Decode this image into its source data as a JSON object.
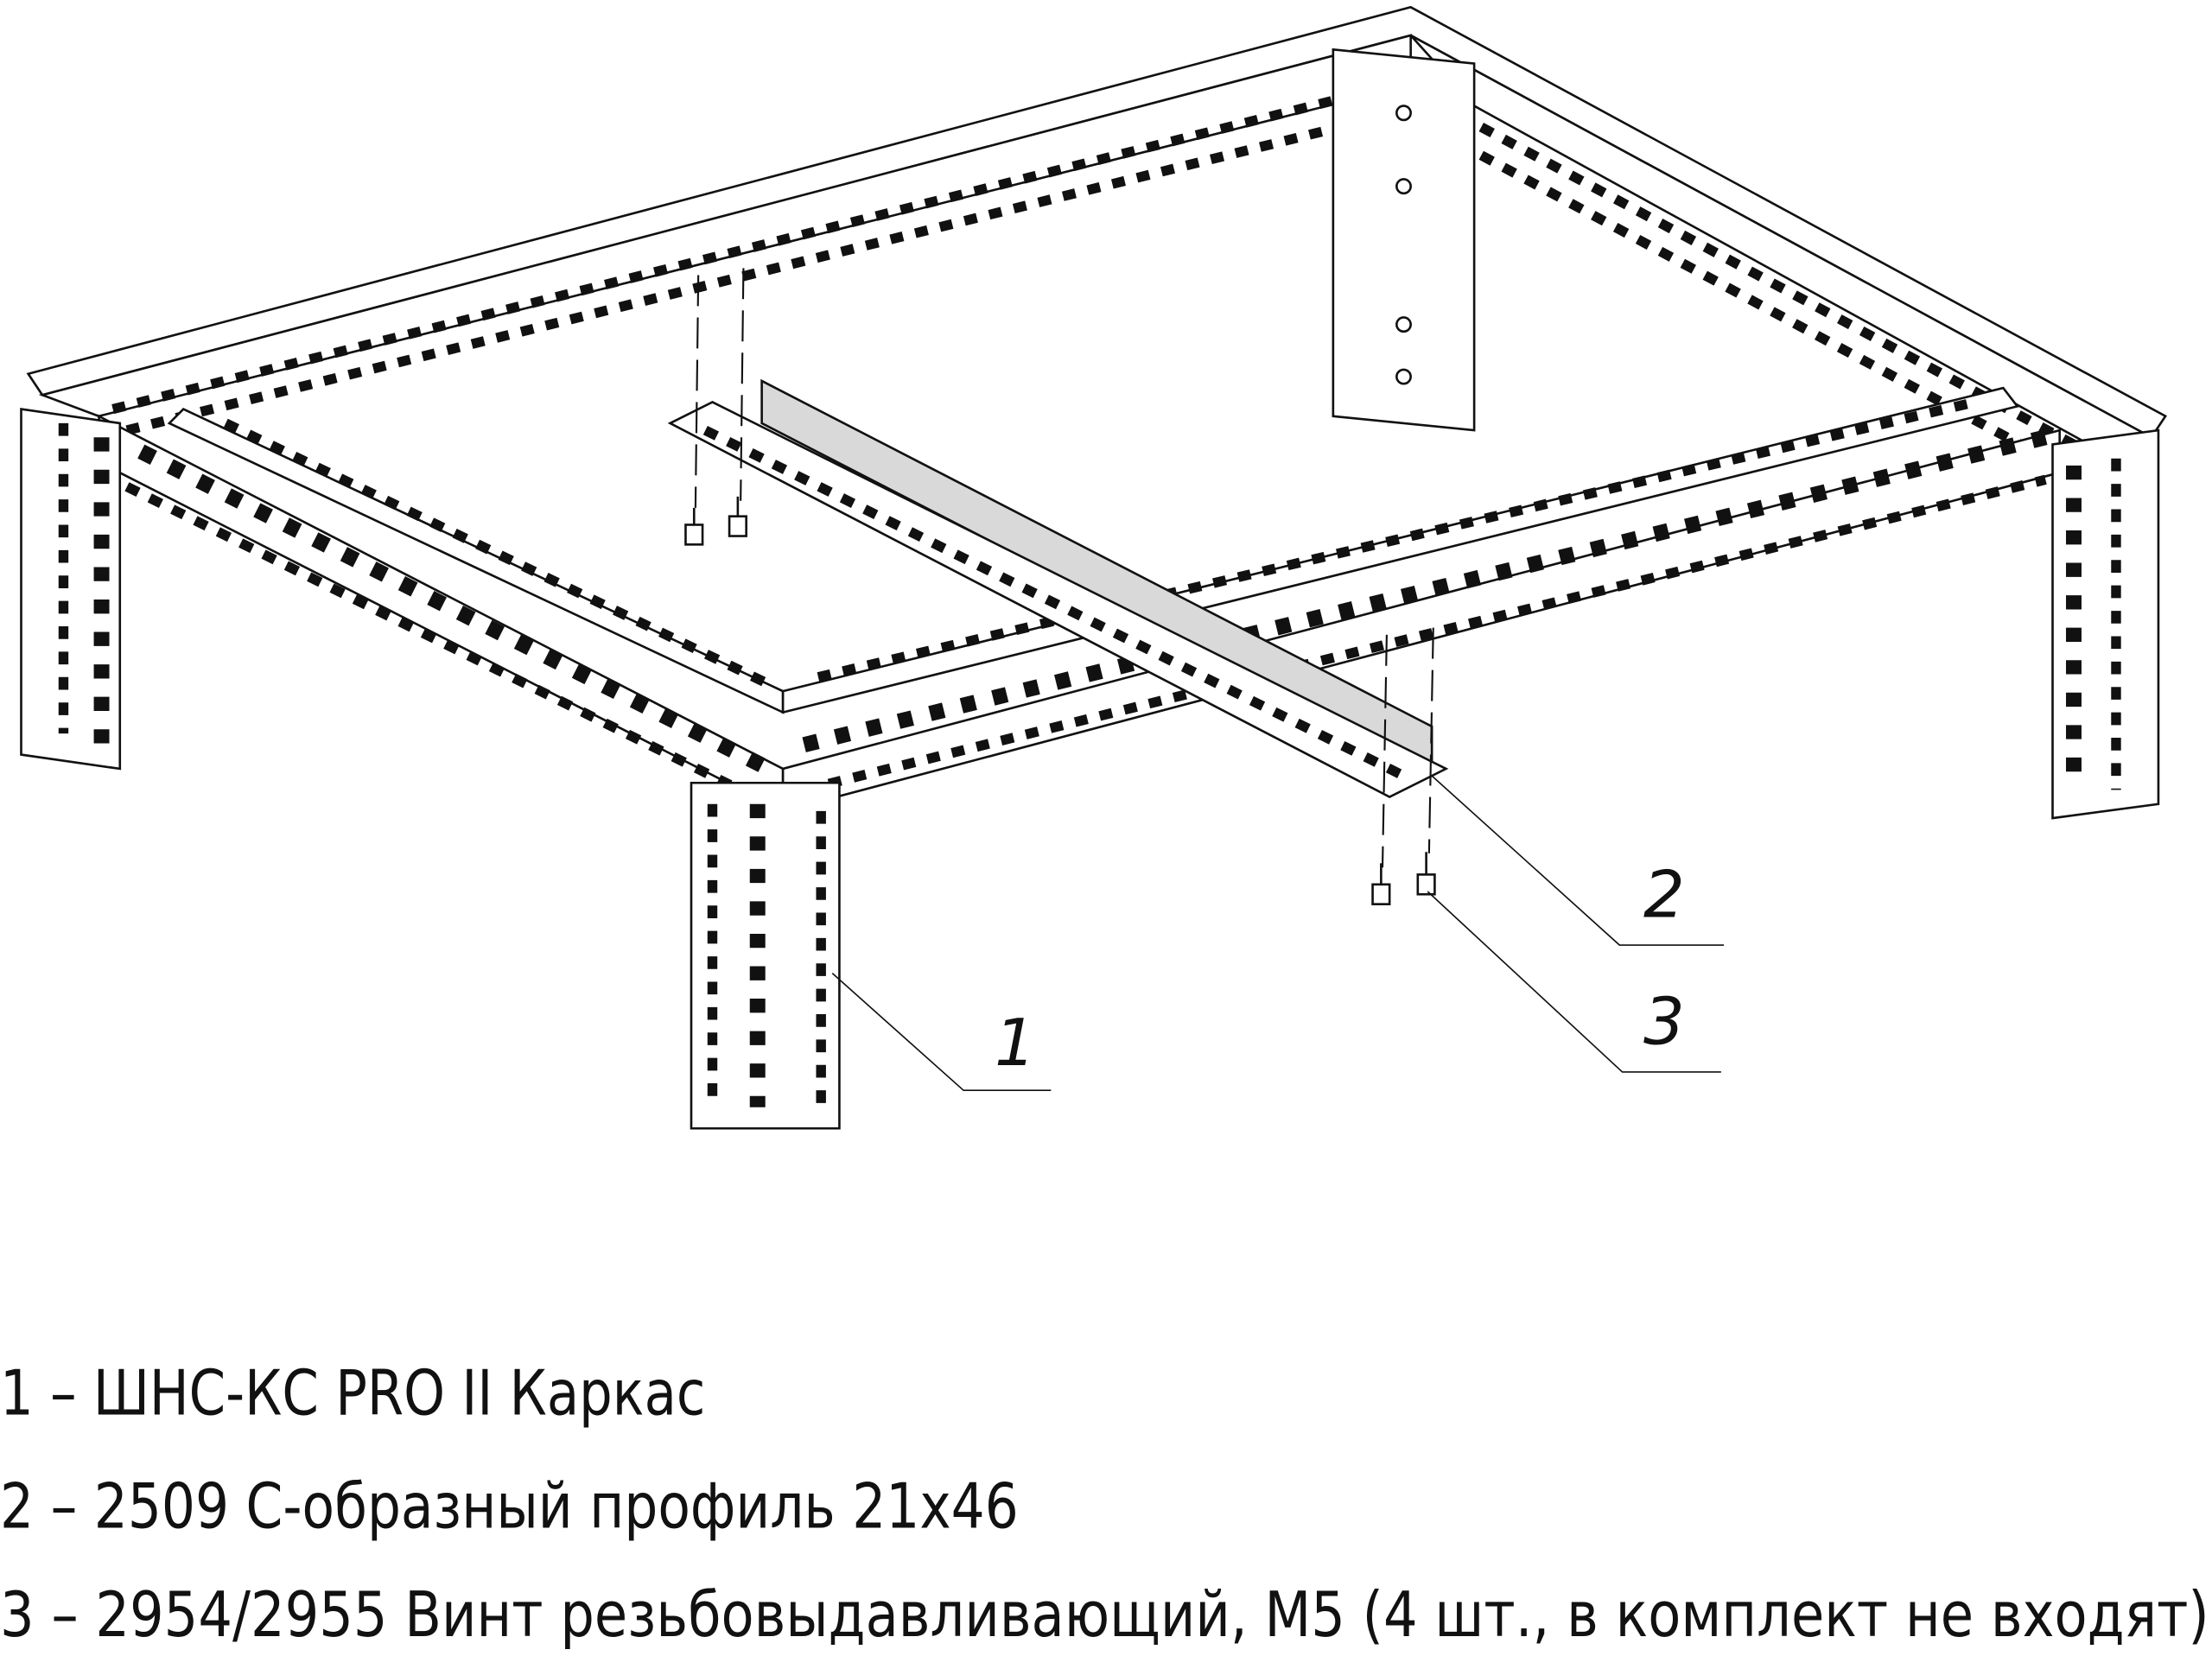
{
  "callouts": {
    "frame": "1",
    "profile": "2",
    "screw": "3"
  },
  "legend": [
    "1 – ШНС-КС PRO II Каркас",
    "2 – 2509 С-образный профиль 21x46",
    "3 – 2954/2955 Винт резьбовыдавливающий, М5 (4 шт., в комплект не входят)"
  ]
}
